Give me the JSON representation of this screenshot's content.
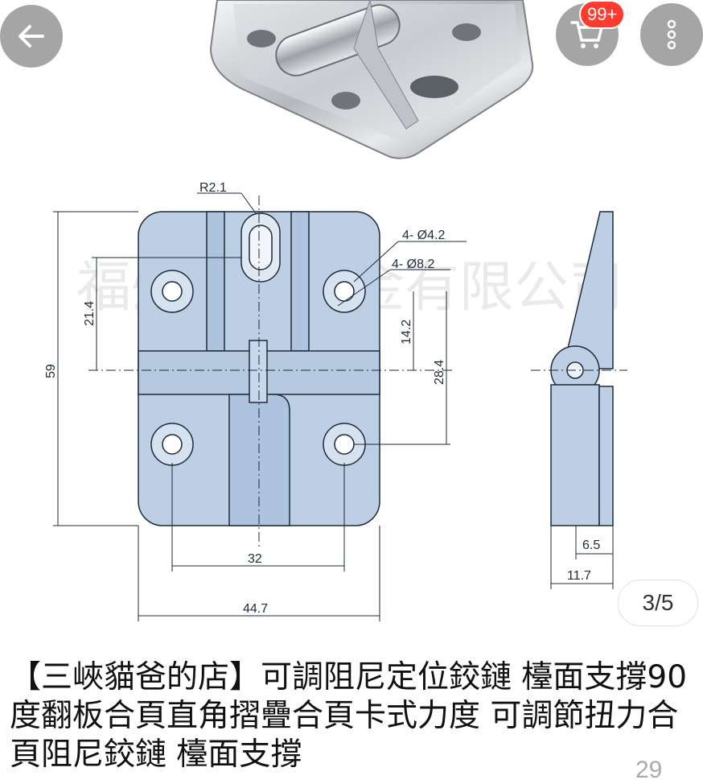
{
  "header": {
    "back_icon": "arrow-left-icon",
    "cart_icon": "shopping-cart-icon",
    "cart_badge": "99+",
    "more_icon": "vertical-dots-icon"
  },
  "gallery": {
    "counter": "3/5",
    "watermark": "福州清科五金有限公司",
    "dimensions": {
      "radius": "R2.1",
      "hole_small": "4- Ø4.2",
      "hole_large": "4- Ø8.2",
      "height_total": "59",
      "height_upper": "21.4",
      "height_pivot": "14.2",
      "height_lower": "28.4",
      "width_holes": "32",
      "width_total": "44.7",
      "thickness": "6.5",
      "thickness_total": "11.7"
    }
  },
  "product": {
    "title": "【三峽貓爸的店】可調阻尼定位鉸鏈 檯面支撐90度翻板合頁直角摺疊合頁卡式力度 可調節扭力合頁阻尼鉸鏈 檯面支撐",
    "corner_text": "29"
  },
  "colors": {
    "part_fill": "#bccfe5",
    "badge": "#ff3b30"
  }
}
